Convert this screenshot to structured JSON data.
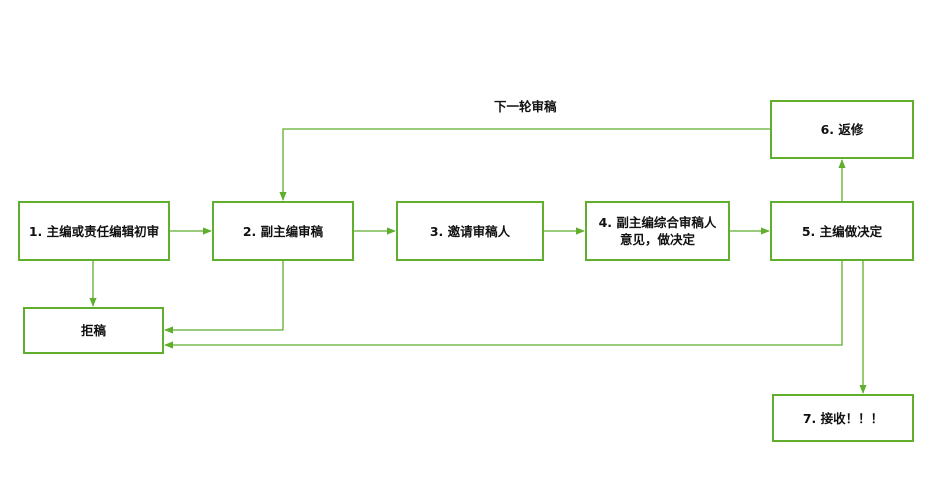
{
  "diagram": {
    "colors": {
      "stroke": "#5fae2e",
      "text": "#111111",
      "background": "#ffffff"
    },
    "nodes": {
      "step1": "1. 主编或责任编辑初审",
      "step2": "2. 副主编审稿",
      "step3": "3. 邀请审稿人",
      "step4_line1": "4. 副主编综合审稿人",
      "step4_line2": "意见，做决定",
      "step5": "5. 主编做决定",
      "step6": "6. 返修",
      "step7": "7. 接收！！！",
      "reject": "拒稿"
    },
    "edge_labels": {
      "next_round": "下一轮审稿"
    }
  }
}
